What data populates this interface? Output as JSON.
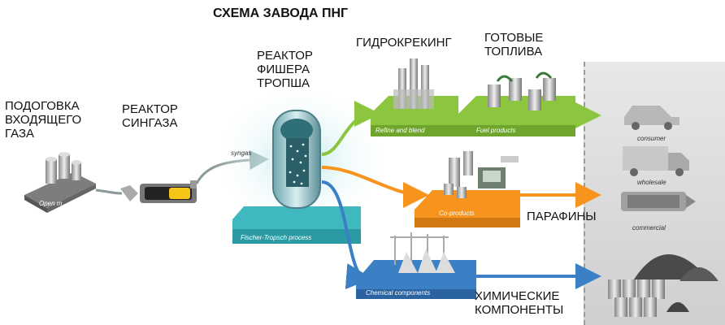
{
  "title": "СХЕМА ЗАВОДА ПНГ",
  "labels": {
    "gas_prep": "ПОДОГОВКА\nВХОДЯЩЕГО\nГАЗА",
    "syngas_reactor": "РЕАКТОР\nСИНГАЗА",
    "ft_reactor": "РЕАКТОР\nФИШЕРА\nТРОПША",
    "hydrocracking": "ГИДРОКРЕКИНГ",
    "fuels": "ГОТОВЫЕ\nТОПЛИВА",
    "paraffins": "ПАРАФИНЫ",
    "chemicals": "ХИМИЧЕСКИЕ\nКОМПОНЕНТЫ"
  },
  "platforms": {
    "open": "Open m",
    "syngas": "syngas",
    "ft_process": "Fischer-Tropsch process",
    "refine": "Refine and blend",
    "fuel_products": "Fuel products",
    "co_products": "Co-products",
    "chemical_components": "Chemical components"
  },
  "consumers": {
    "consumer": "consumer",
    "wholesale": "wholesale",
    "commercial": "commercial"
  },
  "colors": {
    "green": "#8cc63f",
    "orange": "#f7941d",
    "blue": "#3b7fc4",
    "teal": "#3fb8c0",
    "gray_platform": "#8a8a8a"
  }
}
